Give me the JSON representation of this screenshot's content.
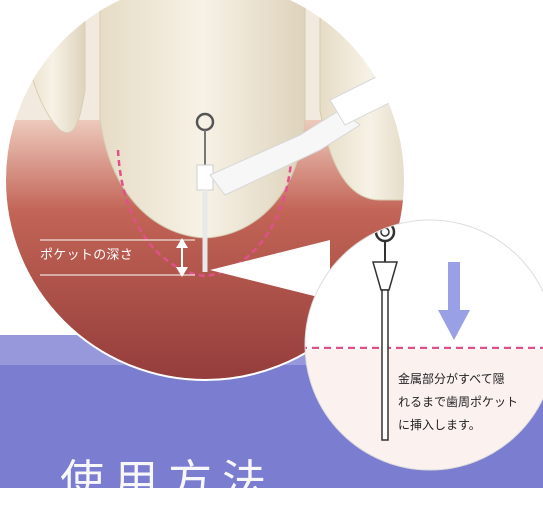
{
  "illustration": {
    "pocket_depth_label": "ポケットの深さ",
    "instruction_lines": [
      "金属部分がすべて隠",
      "れるまで歯周ポケット",
      "に挿入します。"
    ],
    "section_title": "使用方法"
  },
  "colors": {
    "band": "#7b7dd0",
    "gum": "#b24e4e",
    "tooth": "#efe9d8",
    "pocket_line": "#e0508a",
    "arrow": "#9aa0e6"
  }
}
